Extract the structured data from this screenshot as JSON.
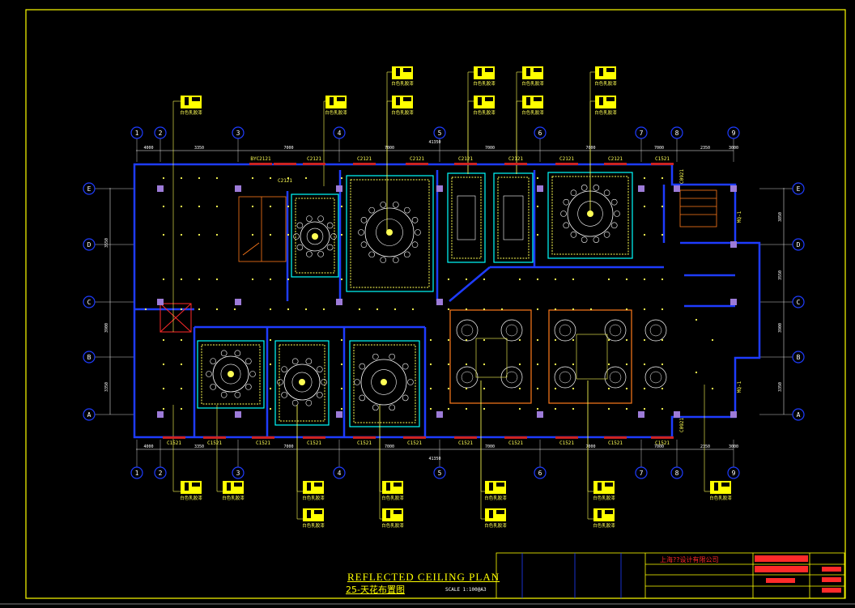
{
  "drawing": {
    "title_en": "REFLECTED CEILING PLAN",
    "title_cn": "25-天花布置图",
    "scale": "SCALE 1:100@A3",
    "company": "上海??设计有限公司"
  },
  "grid": {
    "columns": [
      "1",
      "2",
      "3",
      "4",
      "5",
      "6",
      "7",
      "8",
      "9"
    ],
    "rows": [
      "E",
      "D",
      "C",
      "B",
      "A"
    ]
  },
  "dimensions": {
    "top": [
      "4000",
      "3350",
      "7000",
      "7000",
      "7000",
      "7000",
      "7000",
      "2350",
      "3000"
    ],
    "total": "41350",
    "left": [
      "3550",
      "3900",
      "3350"
    ],
    "right": [
      "3850",
      "3550",
      "3900",
      "3350"
    ]
  },
  "openings": {
    "top": [
      "BYC2121",
      "C2121",
      "C2121",
      "C2121",
      "C2121",
      "C2121",
      "C2121",
      "C2121",
      "C1521",
      "C2121"
    ],
    "bottom": [
      "C1521",
      "C1521",
      "C1521",
      "C1521",
      "C1521",
      "C1521",
      "C1521",
      "C1521",
      "C1521",
      "C1521",
      "C1521"
    ],
    "doors": [
      "MQ-1",
      "MQ-1",
      "C0921",
      "C0921"
    ]
  },
  "tag_caption": "白色乳胶漆",
  "colors": {
    "wall": "#1e3cff",
    "ceiling": "#00ffff",
    "frame": "#ffff00",
    "fixture": "#ffff55",
    "accent": "#ff7a1a",
    "highlight": "#ff2a2a"
  }
}
